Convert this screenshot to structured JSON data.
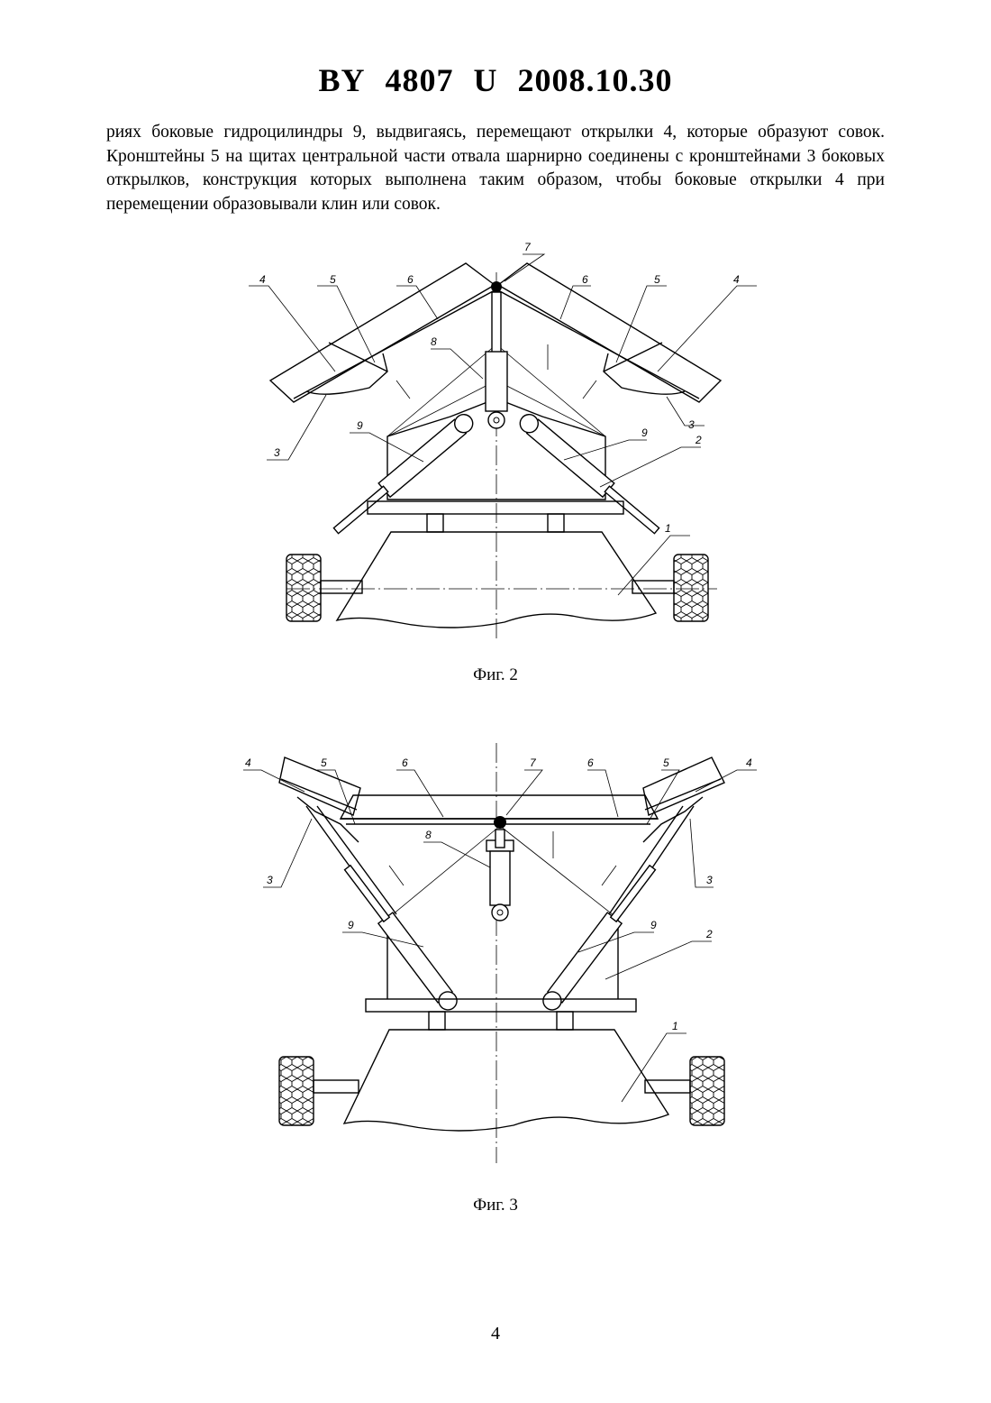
{
  "document": {
    "header": {
      "country": "BY",
      "number": "4807",
      "kind": "U",
      "date": "2008.10.30"
    },
    "paragraph": "риях боковые гидроцилиндры 9, выдвигаясь, перемещают открылки 4, которые образуют совок. Кронштейны 5 на щитах центральной части отвала шарнирно соединены с кронштейнами 3 боковых открылков, конструкция которых выполнена таким образом, чтобы боковые открылки 4 при перемещении образовывали клин или совок.",
    "page_number": "4"
  },
  "figures": [
    {
      "caption": "Фиг. 2",
      "labels": {
        "l1": "1",
        "l2": "2",
        "l3a": "3",
        "l3b": "3",
        "l4a": "4",
        "l4b": "4",
        "l5a": "5",
        "l5b": "5",
        "l6a": "6",
        "l6b": "6",
        "l7": "7",
        "l8": "8",
        "l9a": "9",
        "l9b": "9"
      }
    },
    {
      "caption": "Фиг. 3",
      "labels": {
        "l1": "1",
        "l2": "2",
        "l3a": "3",
        "l3b": "3",
        "l4a": "4",
        "l4b": "4",
        "l5a": "5",
        "l5b": "5",
        "l6a": "6",
        "l6b": "6",
        "l7": "7",
        "l8": "8",
        "l9a": "9",
        "l9b": "9"
      }
    }
  ]
}
